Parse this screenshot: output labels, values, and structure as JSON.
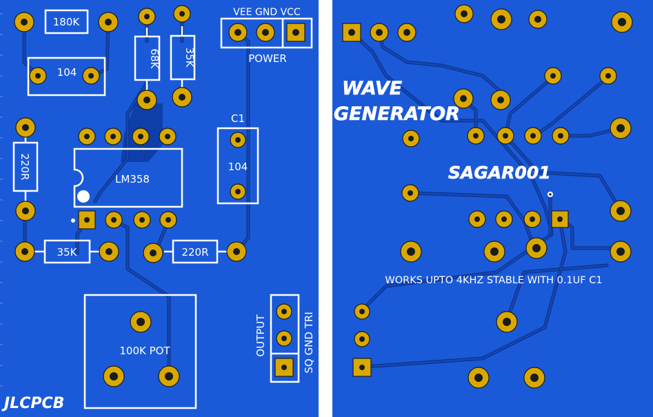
{
  "front": {
    "r1": "180K",
    "c2": "104",
    "r2": "68K",
    "r3": "35K",
    "power_pins": "VEE GND VCC",
    "power_title": "POWER",
    "c1_ref": "C1",
    "c1_val": "104",
    "r4": "220R",
    "ic": "LM358",
    "r5": "35K",
    "r6": "220R",
    "pot": "100K POT",
    "out_title": "OUTPUT",
    "out_pins": "SQ GND TRI",
    "logo": "JLCPCB"
  },
  "back": {
    "title_line1": "WAVE",
    "title_line2": "GENERATOR",
    "author": "SAGAR001",
    "note": "WORKS UPTO 4KHZ STABLE WITH 0.1UF C1"
  },
  "colors": {
    "board": "#1a5ad8",
    "copper_pour": "#0e3fa8",
    "pad": "#d9a800",
    "silk": "#ffffff"
  }
}
